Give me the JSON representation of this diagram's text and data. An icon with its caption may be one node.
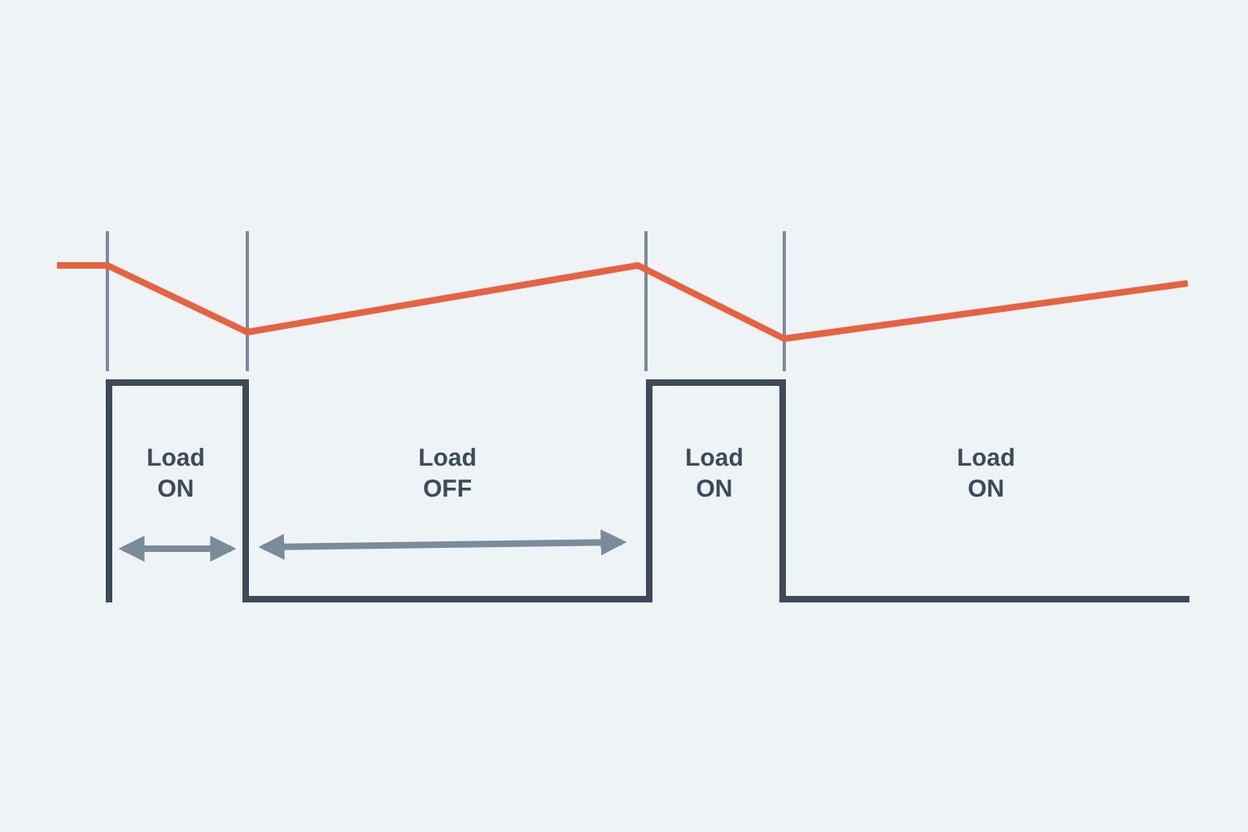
{
  "diagram": {
    "labels": [
      "Load ON",
      "Load OFF",
      "Load ON",
      "Load ON"
    ]
  }
}
